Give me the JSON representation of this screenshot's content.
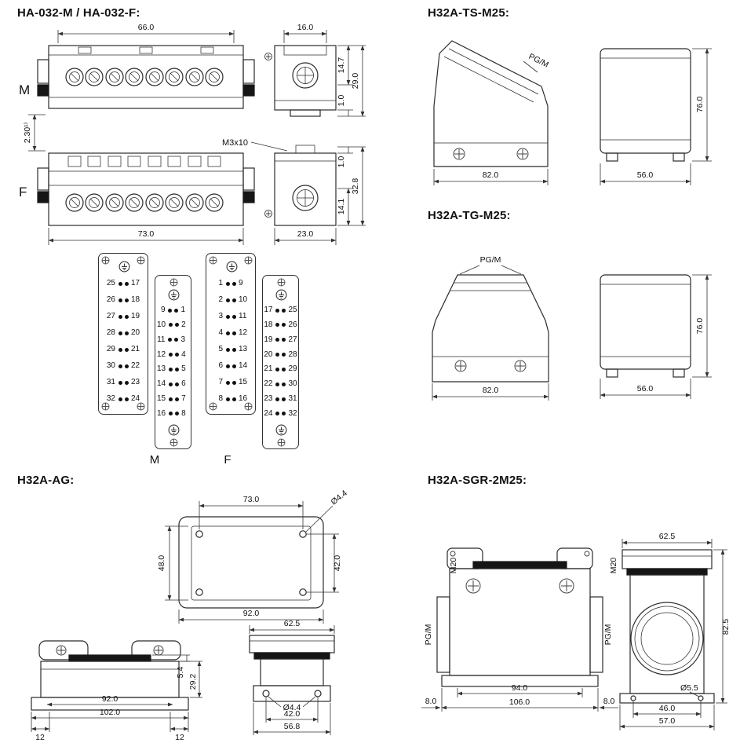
{
  "sections": {
    "ha032": {
      "title": "HA-032-M / HA-032-F:",
      "label_m": "M",
      "label_f": "F",
      "note_m3x10": "M3x10",
      "dim_note": "2.30¹⁾",
      "dims": {
        "w_inner": "66.0",
        "side_top_w": "16.0",
        "h_14_7": "14.7",
        "h_29": "29.0",
        "h_1a": "1.0",
        "w_outer": "73.0",
        "side_bot_w": "23.0",
        "h_1b": "1.0",
        "h_32_8": "32.8",
        "h_14_1": "14.1"
      },
      "pinout": {
        "m_label": "M",
        "f_label": "F",
        "blocks": [
          {
            "left": [
              "25",
              "26",
              "27",
              "28",
              "29",
              "30",
              "31",
              "32"
            ],
            "right": [
              "17",
              "18",
              "19",
              "20",
              "21",
              "22",
              "23",
              "24"
            ],
            "tall": false
          },
          {
            "left": [
              "9",
              "10",
              "11",
              "12",
              "13",
              "14",
              "15",
              "16"
            ],
            "right": [
              "1",
              "2",
              "3",
              "4",
              "5",
              "6",
              "7",
              "8"
            ],
            "tall": true
          },
          {
            "left": [
              "1",
              "2",
              "3",
              "4",
              "5",
              "6",
              "7",
              "8"
            ],
            "right": [
              "9",
              "10",
              "11",
              "12",
              "13",
              "14",
              "15",
              "16"
            ],
            "tall": false
          },
          {
            "left": [
              "17",
              "18",
              "19",
              "20",
              "21",
              "22",
              "23",
              "24"
            ],
            "right": [
              "25",
              "26",
              "27",
              "28",
              "29",
              "30",
              "31",
              "32"
            ],
            "tall": true
          }
        ]
      }
    },
    "ts": {
      "title": "H32A-TS-M25:",
      "pgm": "PG/M",
      "dims": {
        "w1": "82.0",
        "w2": "56.0",
        "h": "76.0"
      }
    },
    "tg": {
      "title": "H32A-TG-M25:",
      "pgm": "PG/M",
      "dims": {
        "w1": "82.0",
        "w2": "56.0",
        "h": "76.0"
      }
    },
    "ag": {
      "title": "H32A-AG:",
      "dims": {
        "top_w": "73.0",
        "hole_d": "Ø4.4",
        "left_h": "48.0",
        "right_h": "42.0",
        "bot_w": "92.0",
        "f_5_4": "5.4",
        "f_29_2": "29.2",
        "f_92": "92.0",
        "f_102": "102.0",
        "f_12l": "12",
        "f_12r": "12",
        "s_62_5": "62.5",
        "s_hole": "Ø4.4",
        "s_42": "42.0",
        "s_56_8": "56.8"
      }
    },
    "sgr": {
      "title": "H32A-SGR-2M25:",
      "m20_f": "M20",
      "m20_s": "M20",
      "pgm_l": "PG/M",
      "pgm_r": "PG/M",
      "dims": {
        "f_94": "94.0",
        "f_106": "106.0",
        "f_8l": "8.0",
        "f_8r": "8.0",
        "s_62_5": "62.5",
        "s_82_5": "82.5",
        "s_hole": "Ø5.5",
        "s_46": "46.0",
        "s_57": "57.0"
      }
    }
  }
}
